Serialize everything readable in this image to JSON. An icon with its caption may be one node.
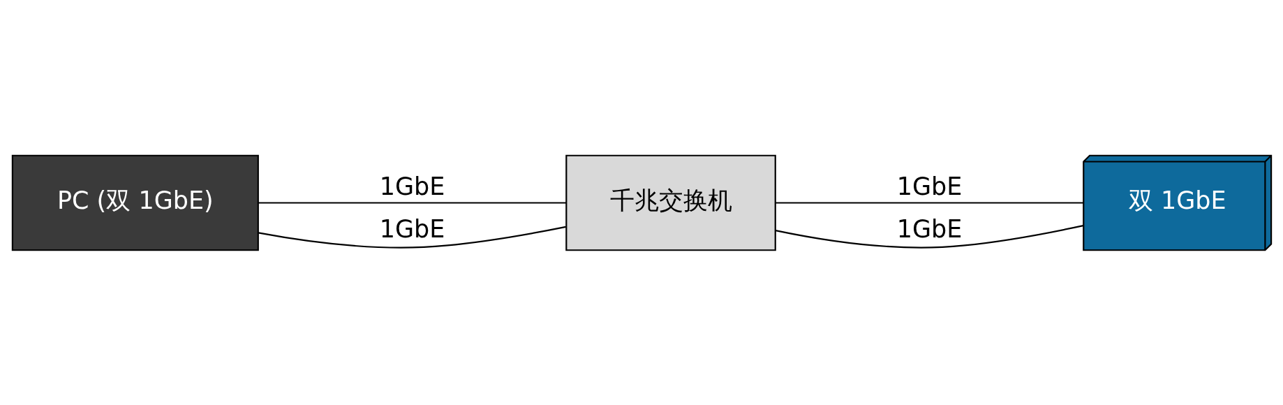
{
  "diagram": {
    "nodes": [
      {
        "text": [
          "PC (双 1GbE)"
        ]
      },
      {
        "text": [
          "千兆交换机"
        ]
      },
      {
        "text": [
          "双 1GbE"
        ]
      }
    ],
    "edges": [
      {
        "from": 0,
        "to": 1,
        "arrow": "none",
        "label": "1GbE"
      },
      {
        "from": 0,
        "to": 1,
        "arrow": "none",
        "label": "1GbE"
      },
      {
        "from": 1,
        "to": 2,
        "arrow": "none",
        "label": "1GbE"
      },
      {
        "from": 1,
        "to": 2,
        "arrow": "none",
        "label": "1GbE"
      }
    ]
  }
}
